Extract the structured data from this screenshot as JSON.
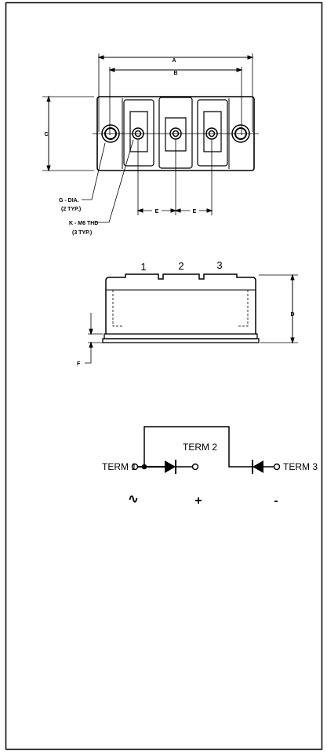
{
  "dimensions": {
    "a": "A",
    "b": "B",
    "c": "C",
    "d": "D",
    "e1": "E",
    "e2": "E",
    "f": "F"
  },
  "callouts": {
    "g_line1": "G - DIA.",
    "g_line2": "(2 TYP.)",
    "k_line1": "K - M6 THD",
    "k_line2": "(3 TYP.)"
  },
  "side_view": {
    "terminals": [
      "1",
      "2",
      "3"
    ]
  },
  "schematic": {
    "term1": "TERM 1",
    "term2": "TERM 2",
    "term3": "TERM 3",
    "symbol_ac": "∿",
    "symbol_plus": "+",
    "symbol_minus": "-"
  },
  "icons": [
    "diode-icon",
    "terminal-circle-icon",
    "mounting-hole-icon",
    "screw-terminal-icon"
  ]
}
